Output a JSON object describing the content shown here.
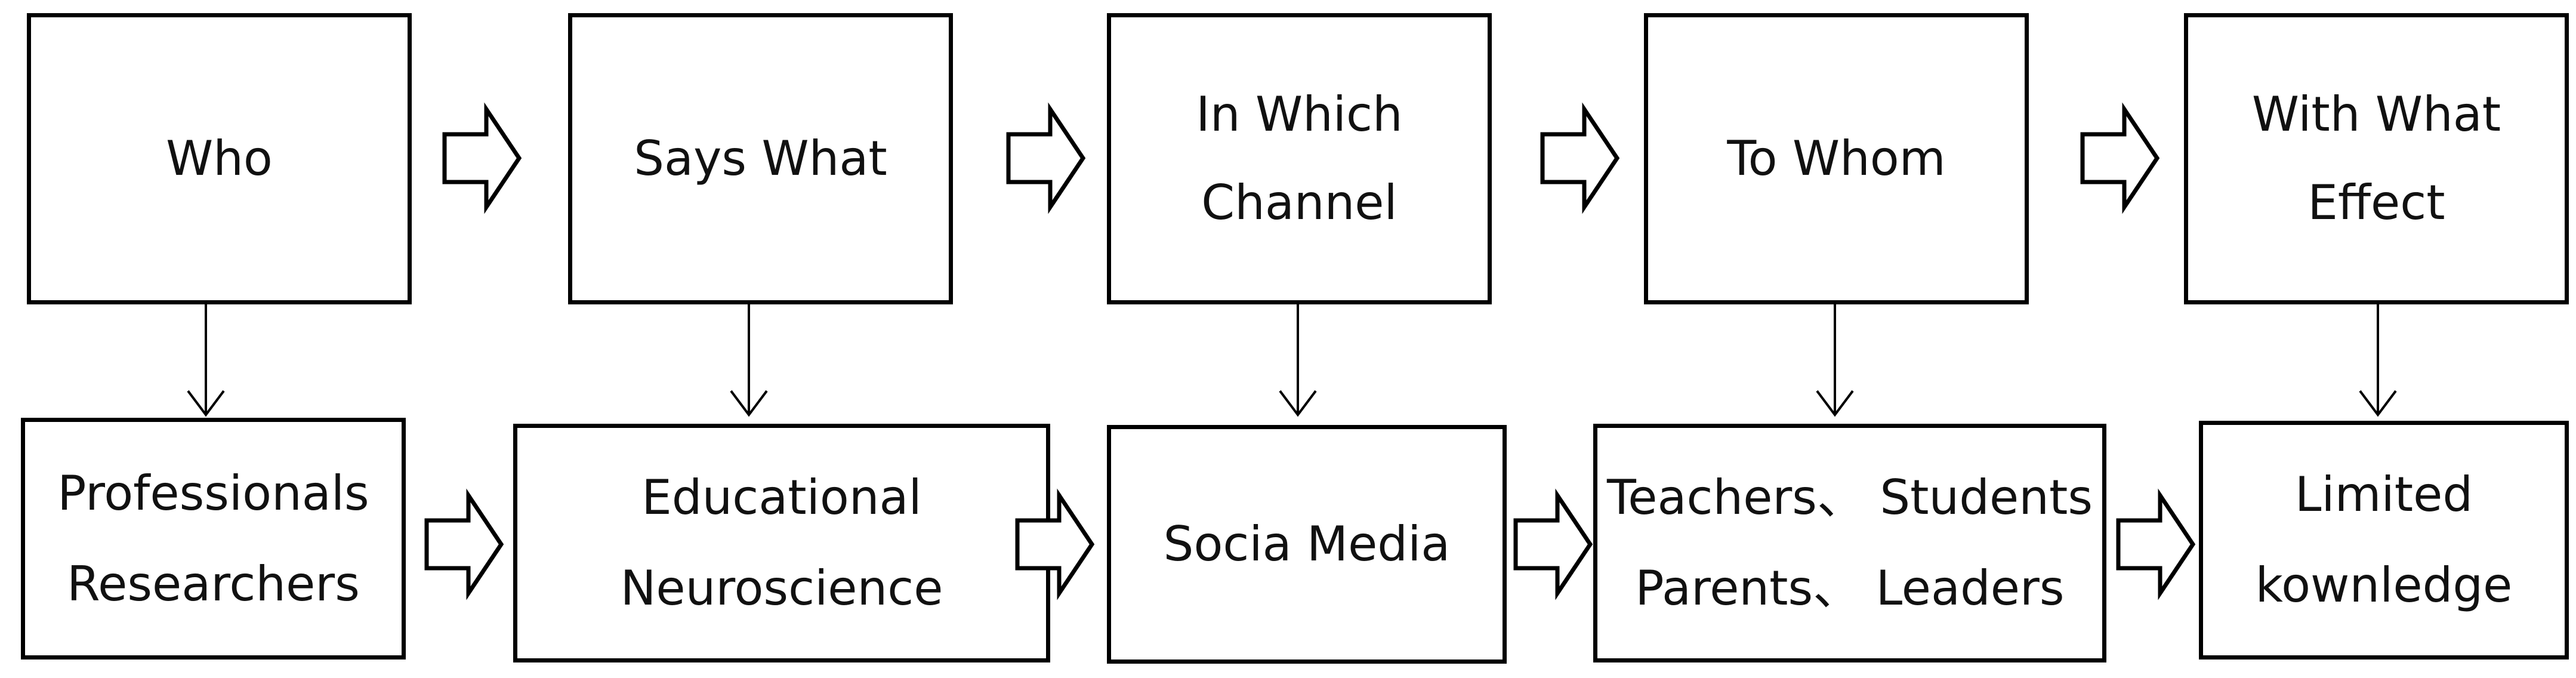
{
  "top_row": [
    {
      "lines": [
        "Who"
      ]
    },
    {
      "lines": [
        "Says What"
      ]
    },
    {
      "lines": [
        "In Which",
        "Channel"
      ]
    },
    {
      "lines": [
        "To Whom"
      ]
    },
    {
      "lines": [
        "With What",
        "Effect"
      ]
    }
  ],
  "bottom_row": [
    {
      "lines": [
        "Professionals",
        "Researchers"
      ]
    },
    {
      "lines": [
        "Educational",
        "Neuroscience"
      ]
    },
    {
      "lines": [
        "Socia Media"
      ]
    },
    {
      "lines": [
        "Teachers、 Students",
        "Parents、 Leaders"
      ]
    },
    {
      "lines": [
        "Limited",
        "kownledge"
      ]
    }
  ]
}
